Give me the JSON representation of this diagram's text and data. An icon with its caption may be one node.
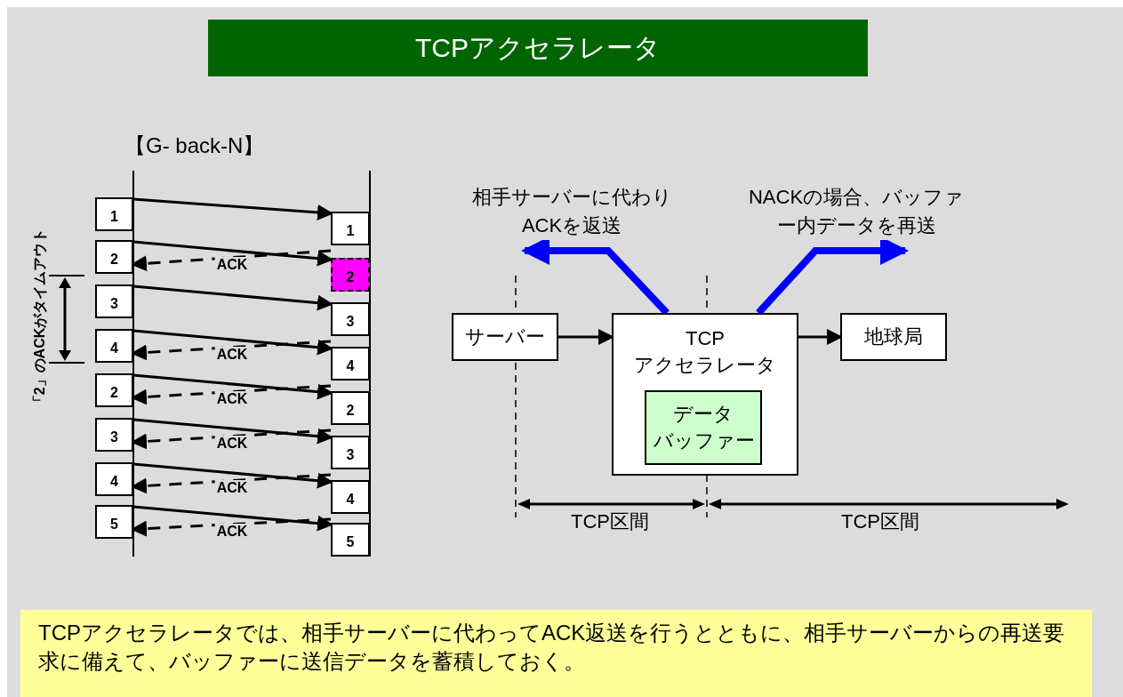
{
  "diagram": {
    "title": "TCPアクセラレータ",
    "caption": "TCPアクセラレータでは、相手サーバーに代わってACK返送を行うとともに、相手サーバーからの再送要求に備えて、バッファーに送信データを蓄積しておく。",
    "nodes": [
      {
        "text": [
          "1"
        ]
      },
      {
        "text": [
          "2"
        ]
      },
      {
        "text": [
          "3"
        ]
      },
      {
        "text": [
          "4"
        ]
      },
      {
        "text": [
          "2"
        ]
      },
      {
        "text": [
          "3"
        ]
      },
      {
        "text": [
          "4"
        ]
      },
      {
        "text": [
          "5"
        ]
      },
      {
        "text": [
          "1"
        ]
      },
      {
        "text": [
          "2"
        ]
      },
      {
        "text": [
          "3"
        ]
      },
      {
        "text": [
          "4"
        ]
      },
      {
        "text": [
          "2"
        ]
      },
      {
        "text": [
          "3"
        ]
      },
      {
        "text": [
          "4"
        ]
      },
      {
        "text": [
          "5"
        ]
      },
      {
        "text": [
          "サーバー"
        ]
      },
      {
        "text": [
          "TCP アクセラレータ"
        ]
      },
      {
        "text": [
          "データ",
          "バッファー"
        ],
        "in": 17
      },
      {
        "text": [
          "地球局"
        ]
      }
    ],
    "edges": [
      {
        "from": 0,
        "to": 8,
        "arrow": "to"
      },
      {
        "from": 1,
        "to": 9,
        "arrow": "to"
      },
      {
        "from": 2,
        "to": 10,
        "arrow": "to"
      },
      {
        "from": 3,
        "to": 11,
        "arrow": "to"
      },
      {
        "from": 4,
        "to": 12,
        "arrow": "to"
      },
      {
        "from": 5,
        "to": 13,
        "arrow": "to"
      },
      {
        "from": 6,
        "to": 14,
        "arrow": "to"
      },
      {
        "from": 7,
        "to": 15,
        "arrow": "to"
      },
      {
        "from": 8,
        "to": 1,
        "arrow": "to",
        "style": "dashed",
        "label": "ACK"
      },
      {
        "from": 10,
        "to": 3,
        "arrow": "to",
        "style": "dashed",
        "label": "ACK"
      },
      {
        "from": 11,
        "to": 4,
        "arrow": "to",
        "style": "dashed",
        "label": "ACK"
      },
      {
        "from": 12,
        "to": 5,
        "arrow": "to",
        "style": "dashed",
        "label": "ACK"
      },
      {
        "from": 13,
        "to": 6,
        "arrow": "to",
        "style": "dashed",
        "label": "ACK"
      },
      {
        "from": 14,
        "to": 7,
        "arrow": "to",
        "style": "dashed",
        "label": "ACK"
      },
      {
        "from": 16,
        "to": 17,
        "arrow": "to"
      },
      {
        "from": 17,
        "to": 19,
        "arrow": "to"
      },
      {
        "from": 17,
        "to": null,
        "arrow": "to",
        "style": "thick",
        "color": "#0000ff",
        "label": "相手サーバーに代わり ACKを返送"
      },
      {
        "from": 17,
        "to": null,
        "arrow": "to",
        "style": "thick",
        "color": "#0000ff",
        "label": "NACKの場合、バッファー内データを再送"
      }
    ],
    "labels": [
      "【G- back-N】",
      "「2」のACKがタイムアウト",
      "TCP区間",
      "TCP区間"
    ]
  }
}
